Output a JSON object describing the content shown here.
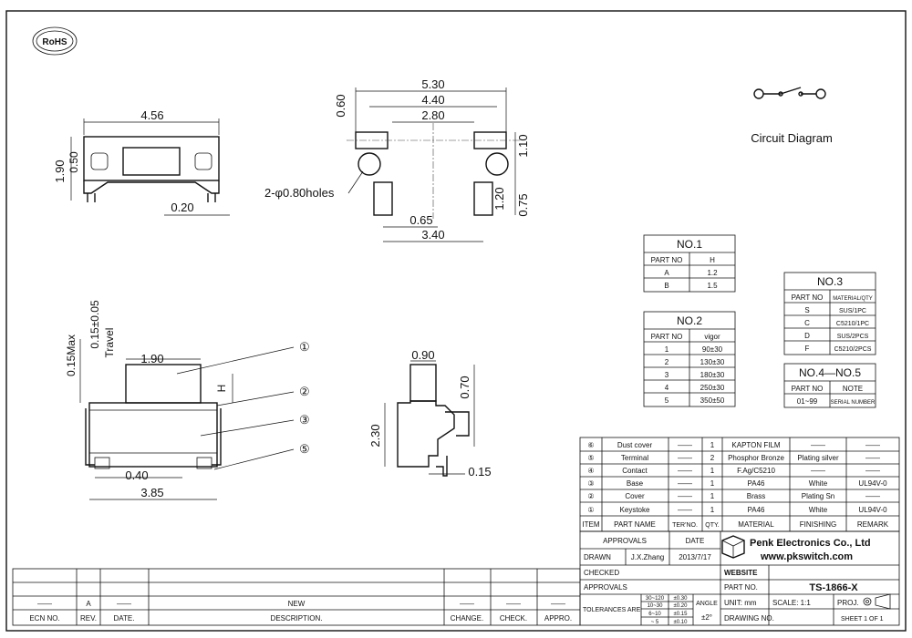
{
  "logo": {
    "text": "RoHS"
  },
  "circuit": {
    "label": "Circuit Diagram"
  },
  "dims": {
    "top_width": "4.56",
    "top_height": "1.90",
    "top_inner": "0.50",
    "top_lead": "0.20",
    "pad_outer": "5.30",
    "pad_mid": "4.40",
    "pad_inner": "2.80",
    "pad_height": "0.60",
    "pad_r1": "1.10",
    "pad_r2": "1.20",
    "pad_r3": "0.75",
    "pad_b1": "0.65",
    "pad_b2": "3.40",
    "holes": "2-φ0.80holes",
    "front_key": "1.90",
    "front_max": "0.15Max",
    "front_travel": "0.15±0.05",
    "travel_word": "Travel",
    "front_h": "H",
    "front_lead": "0.40",
    "front_width": "3.85",
    "side_top": "0.90",
    "side_r": "0.70",
    "side_h": "2.30",
    "side_lead": "0.15",
    "callouts": [
      "①",
      "②",
      "③",
      "⑤"
    ]
  },
  "table_no1": {
    "title": "NO.1",
    "headers": [
      "PART NO",
      "H"
    ],
    "rows": [
      [
        "A",
        "1.2"
      ],
      [
        "B",
        "1.5"
      ]
    ]
  },
  "table_no2": {
    "title": "NO.2",
    "headers": [
      "PART NO",
      "vigor"
    ],
    "rows": [
      [
        "1",
        "90±30"
      ],
      [
        "2",
        "130±30"
      ],
      [
        "3",
        "180±30"
      ],
      [
        "4",
        "250±30"
      ],
      [
        "5",
        "350±50"
      ]
    ]
  },
  "table_no3": {
    "title": "NO.3",
    "headers": [
      "PART NO",
      "MATERIAL/QTY"
    ],
    "rows": [
      [
        "S",
        "SUS/1PC"
      ],
      [
        "C",
        "C5210/1PC"
      ],
      [
        "D",
        "SUS/2PCS"
      ],
      [
        "F",
        "C5210/2PCS"
      ]
    ]
  },
  "table_no45": {
    "title": "NO.4—NO.5",
    "headers": [
      "PART NO",
      "NOTE"
    ],
    "rows": [
      [
        "01~99",
        "SERIAL NUMBER"
      ]
    ]
  },
  "bom": {
    "rows": [
      [
        "⑥",
        "Dust cover",
        "——",
        "1",
        "KAPTON FILM",
        "——",
        "——"
      ],
      [
        "⑤",
        "Terminal",
        "——",
        "2",
        "Phosphor Bronze",
        "Plating silver",
        "——"
      ],
      [
        "④",
        "Contact",
        "——",
        "1",
        "F.Ag/C5210",
        "——",
        "——"
      ],
      [
        "③",
        "Base",
        "——",
        "1",
        "PA46",
        "White",
        "UL94V-0"
      ],
      [
        "②",
        "Cover",
        "——",
        "1",
        "Brass",
        "Plating Sn",
        "——"
      ],
      [
        "①",
        "Keystoke",
        "——",
        "1",
        "PA46",
        "White",
        "UL94V-0"
      ]
    ],
    "header": [
      "ITEM",
      "PART NAME",
      "TER'NO.",
      "QTY.",
      "MATERIAL",
      "FINISHING",
      "REMARK"
    ]
  },
  "title_block": {
    "approvals": "APPROVALS",
    "date": "DATE",
    "drawn": "DRAWN",
    "drawn_by": "J.X.Zhang",
    "drawn_date": "2013/7/17",
    "checked": "CHECKED",
    "approvals2": "APPROVALS",
    "tolerances": "TOLERANCES ARE",
    "tol_rows": [
      [
        "30~120",
        "±0.30"
      ],
      [
        "10~30",
        "±0.20"
      ],
      [
        "6~10",
        "±0.15"
      ],
      [
        "~ 5",
        "±0.10"
      ]
    ],
    "angle": "ANGLE",
    "angle_tol": "±2°",
    "company": "Penk Electronics Co., Ltd",
    "website_url": "www.pkswitch.com",
    "website_label": "WEBSITE",
    "part_no_label": "PART NO.",
    "part_no": "TS-1866-X",
    "unit": "UNIT: mm",
    "scale": "SCALE: 1:1",
    "proj": "PROJ.",
    "drawing_no": "DRAWING NO.",
    "sheet": "SHEET 1 OF 1"
  },
  "revision": {
    "rev": "A",
    "desc_title": "NEW",
    "headers": [
      "ECN NO.",
      "REV.",
      "DATE.",
      "DESCRIPTION.",
      "CHANGE.",
      "CHECK.",
      "APPRO."
    ],
    "dash": "——"
  },
  "colors": {
    "line": "#111111",
    "background": "#ffffff"
  }
}
